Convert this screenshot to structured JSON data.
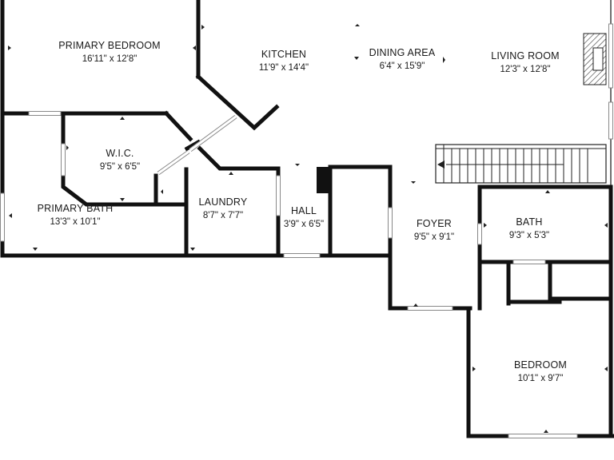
{
  "rooms": {
    "primary_bedroom": {
      "name": "PRIMARY BEDROOM",
      "dims": "16'11\" x 12'8\""
    },
    "kitchen": {
      "name": "KITCHEN",
      "dims": "11'9\" x 14'4\""
    },
    "dining_area": {
      "name": "DINING AREA",
      "dims": "6'4\" x 15'9\""
    },
    "living_room": {
      "name": "LIVING ROOM",
      "dims": "12'3\" x 12'8\""
    },
    "wic": {
      "name": "W.I.C.",
      "dims": "9'5\" x 6'5\""
    },
    "primary_bath": {
      "name": "PRIMARY BATH",
      "dims": "13'3\" x 10'1\""
    },
    "laundry": {
      "name": "LAUNDRY",
      "dims": "8'7\" x 7'7\""
    },
    "hall": {
      "name": "HALL",
      "dims": "3'9\" x 6'5\""
    },
    "foyer": {
      "name": "FOYER",
      "dims": "9'5\" x 9'1\""
    },
    "bath": {
      "name": "BATH",
      "dims": "9'3\" x 5'3\""
    },
    "bedroom": {
      "name": "BEDROOM",
      "dims": "10'1\" x 9'7\""
    }
  },
  "colors": {
    "wall": "#111111",
    "background": "#ffffff",
    "window": "#888888"
  }
}
